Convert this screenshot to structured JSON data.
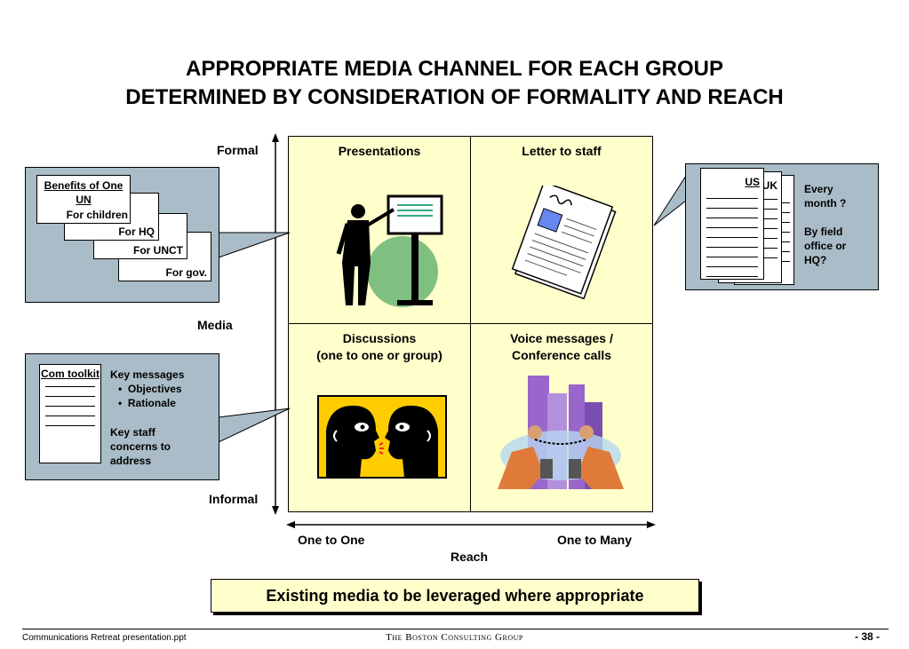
{
  "title": {
    "line1": "APPROPRIATE MEDIA CHANNEL FOR EACH GROUP",
    "line2": "DETERMINED BY CONSIDERATION OF FORMALITY AND REACH"
  },
  "axes": {
    "y_top": "Formal",
    "y_mid": "Media",
    "y_bottom": "Informal",
    "x_left": "One to One",
    "x_right": "One to Many",
    "x_label": "Reach"
  },
  "quadrants": {
    "top_left": "Presentations",
    "top_right": "Letter to staff",
    "bottom_left_line1": "Discussions",
    "bottom_left_line2": "(one to one or group)",
    "bottom_right_line1": "Voice messages /",
    "bottom_right_line2": "Conference calls"
  },
  "left_top_callout": {
    "cards": [
      "Benefits of One UN",
      "For children",
      "For HQ",
      "For UNCT",
      "For gov."
    ]
  },
  "left_bottom_callout": {
    "toolkit_label": "Com toolkit",
    "key_messages": "Key messages",
    "bullets": [
      "Objectives",
      "Rationale"
    ],
    "concerns": "Key staff concerns to address"
  },
  "right_callout": {
    "doc_front": "US",
    "doc_back": "UK",
    "text1": "Every month ?",
    "text2": "By field office or HQ?"
  },
  "leverage_box": "Existing media to be leveraged where appropriate",
  "footer": {
    "left": "Communications Retreat presentation.ppt",
    "center": "The Boston Consulting Group",
    "right": "- 38 -"
  },
  "colors": {
    "quad_fill": "#ffffcc",
    "callout_fill": "#a9bcc7",
    "icon_blue": "#6688ee",
    "icon_green": "#7fbf7f",
    "icon_yellow": "#ffcc00",
    "icon_purple": "#9966cc"
  }
}
